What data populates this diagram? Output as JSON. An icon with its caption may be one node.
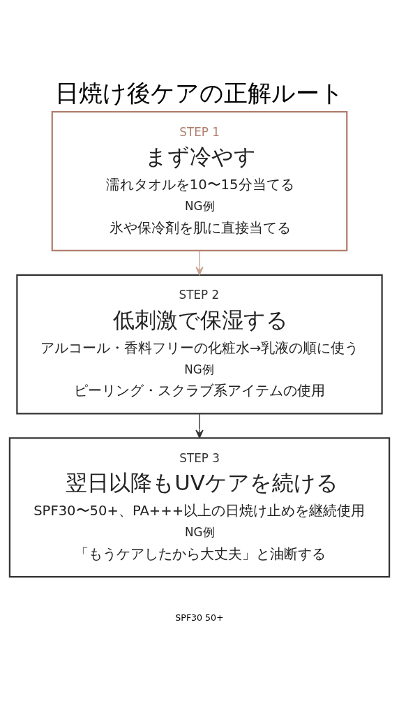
{
  "diagram": {
    "title": "日焼け後ケアの正解ルート",
    "nodes": [
      {
        "text": [
          "STEP 1",
          "まず冷やす",
          "濡れタオルを10〜15分当てる",
          "NG例",
          "氷や保冷剤を肌に直接当てる"
        ]
      },
      {
        "text": [
          "STEP 2",
          "低刺激で保湿する",
          "アルコール・香料フリーの化粧水→乳液の順に使う",
          "NG例",
          "ピーリング・スクラブ系アイテムの使用"
        ]
      },
      {
        "text": [
          "STEP 3",
          "翌日以降もUVケアを続ける",
          "SPF30〜50+、PA+++以上の日焼け止めを継続使用",
          "NG例",
          "「もうケアしたから大丈夫」と油断する"
        ]
      }
    ],
    "edges": [
      {
        "from": 0,
        "to": 1,
        "arrow": "to",
        "color": "#c9a393"
      },
      {
        "from": 1,
        "to": 2,
        "arrow": "to",
        "color": "#333333"
      }
    ],
    "labels": [
      "SPF30 50+"
    ]
  }
}
